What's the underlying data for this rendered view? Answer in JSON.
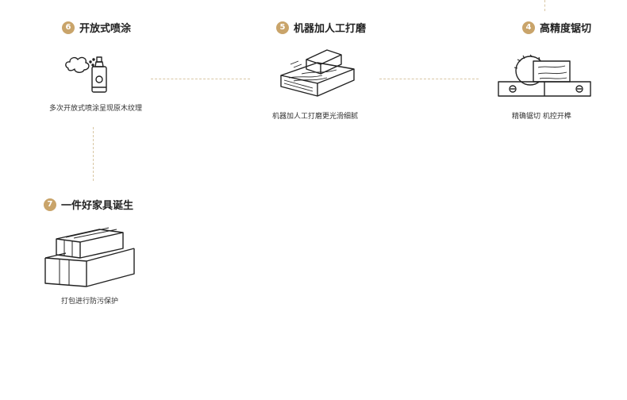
{
  "steps": {
    "s6": {
      "num": "6",
      "title": "开放式喷涂",
      "desc": "多次开放式喷涂呈现原木纹理",
      "icon": "spray-can-icon"
    },
    "s5": {
      "num": "5",
      "title": "机器加人工打磨",
      "desc": "机器加人工打磨更光滑细腻",
      "icon": "sanding-block-icon"
    },
    "s4": {
      "num": "4",
      "title": "高精度锯切",
      "desc": "精确锯切 机控开榫",
      "icon": "table-saw-icon"
    },
    "s7": {
      "num": "7",
      "title": "一件好家具诞生",
      "desc": "打包进行防污保护",
      "icon": "packaged-boxes-icon"
    }
  },
  "colors": {
    "accent": "#c9a46a",
    "connector": "#d9c7a4",
    "line_art": "#222222"
  }
}
